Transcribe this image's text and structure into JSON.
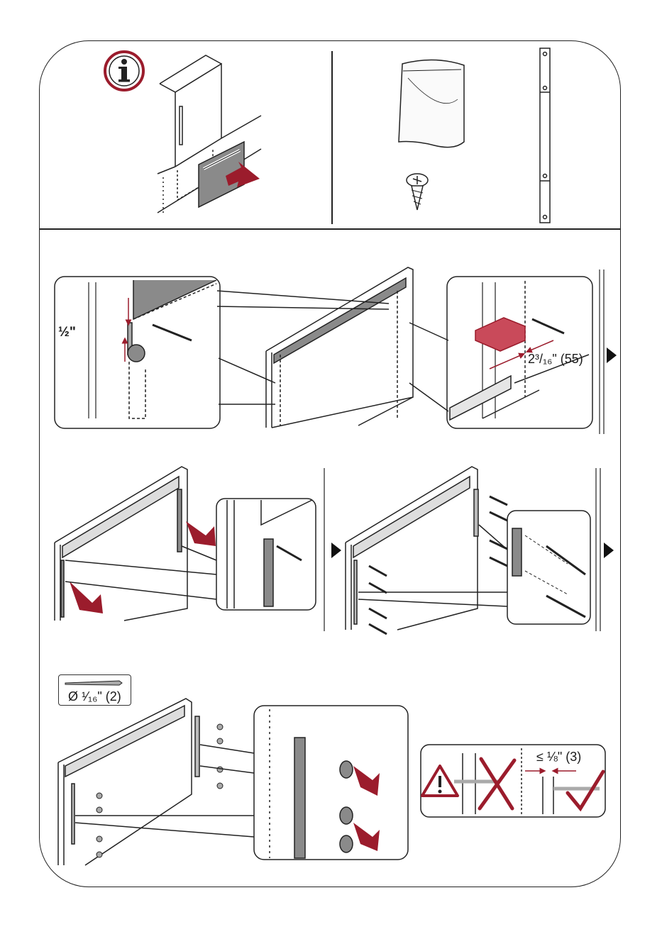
{
  "labels": {
    "spacing_half_inch": "½\"",
    "distance_55": "2³/₁₆\" (55)",
    "drill_size": "Ø ¹⁄₁₆\" (2)",
    "max_gap": "≤ ⅛\" (3)"
  },
  "icons": {
    "info": "info-icon",
    "warning": "warning-triangle-icon",
    "wrong": "cross-mark-icon",
    "right": "check-mark-icon",
    "next": "next-step-arrow-icon"
  },
  "colors": {
    "accent_red": "#9b1c2c",
    "line": "#222222",
    "panel_gray": "#8a8a8a",
    "light_gray": "#d8d8d8"
  }
}
